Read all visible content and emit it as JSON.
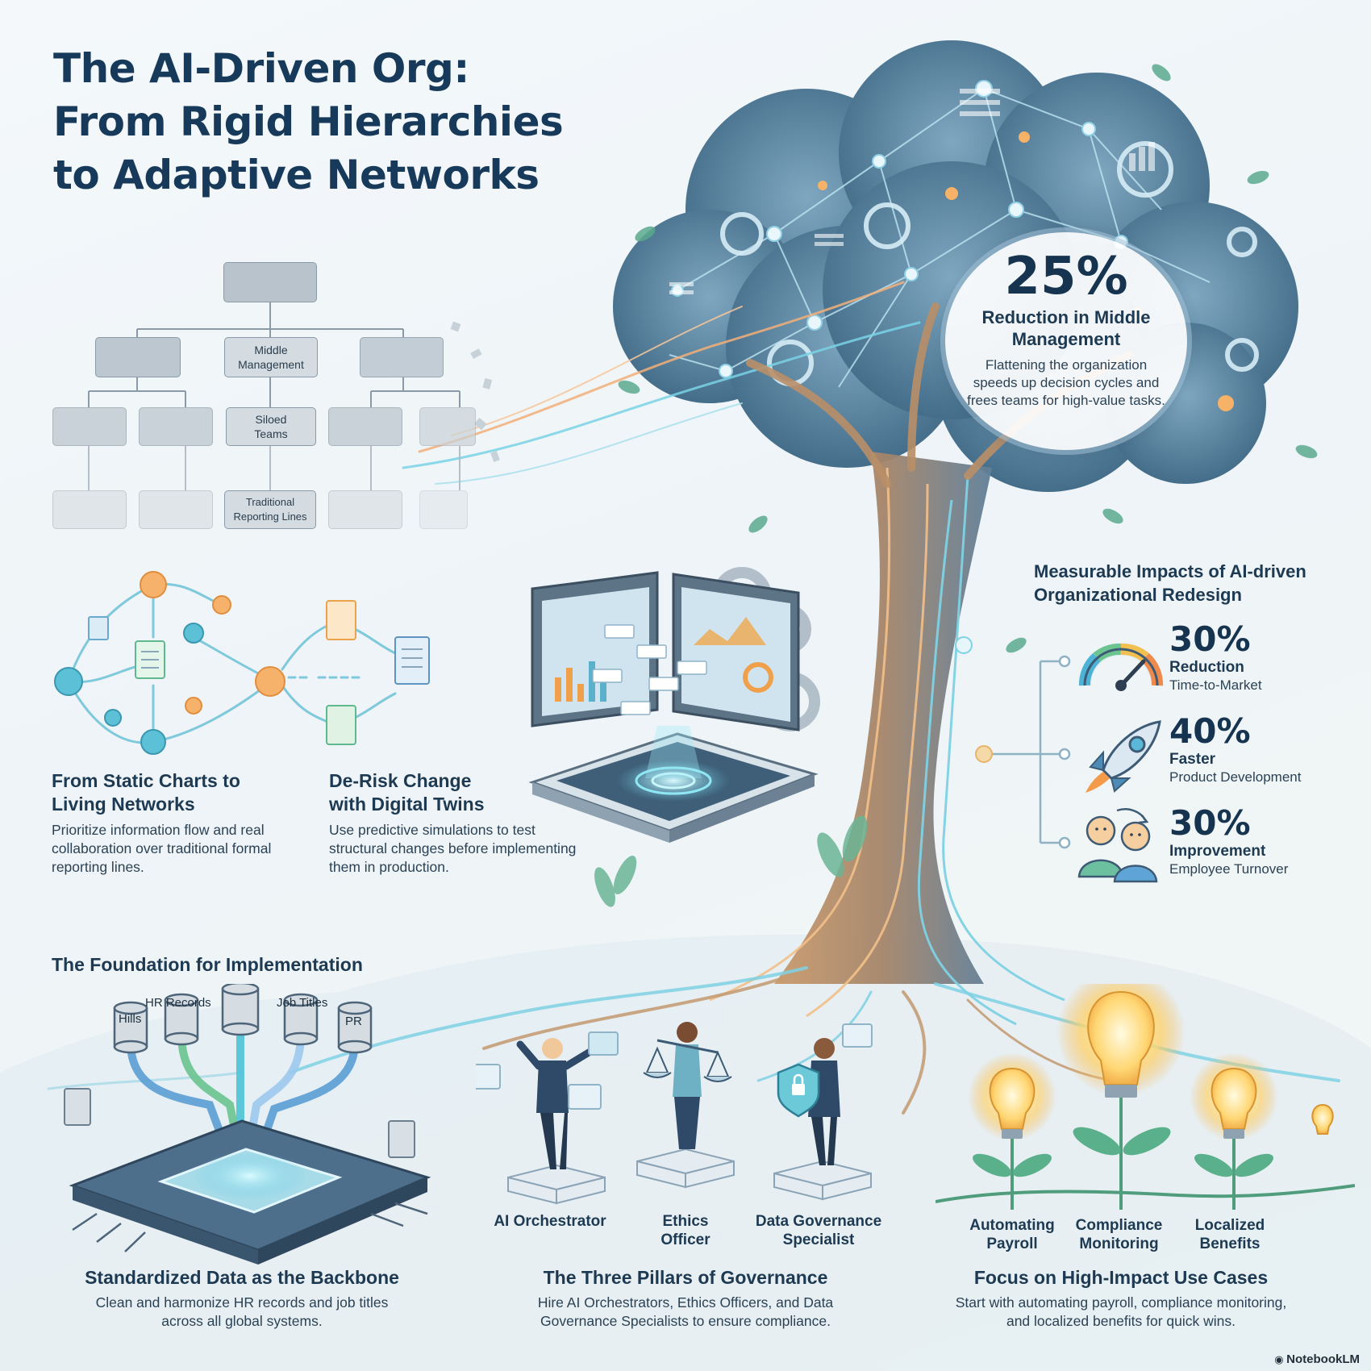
{
  "title": {
    "line1": "The AI-Driven Org:",
    "line2": "From Rigid Hierarchies",
    "line3": "to Adaptive Networks"
  },
  "hierarchy": {
    "middle_management": "Middle Management",
    "siloed_teams": "Siloed Teams",
    "reporting_lines": "Traditional Reporting Lines"
  },
  "callout": {
    "value": "25%",
    "heading": "Reduction in Middle Management",
    "body": "Flattening the organization speeds up decision cycles and frees teams for high-value tasks."
  },
  "impacts": {
    "heading": "Measurable Impacts of AI-driven Organizational Redesign",
    "items": [
      {
        "value": "30%",
        "label": "Reduction",
        "detail": "Time-to-Market",
        "icon": "speedometer-icon"
      },
      {
        "value": "40%",
        "label": "Faster",
        "detail": "Product Development",
        "icon": "rocket-icon"
      },
      {
        "value": "30%",
        "label": "Improvement",
        "detail": "Employee Turnover",
        "icon": "people-icon"
      }
    ]
  },
  "living_networks": {
    "heading": "From Static Charts to Living Networks",
    "body": "Prioritize information flow and real collaboration over traditional formal reporting lines."
  },
  "digital_twins": {
    "heading": "De-Risk Change with Digital Twins",
    "body": "Use predictive simulations to test structural changes before implementing them in production."
  },
  "foundation": {
    "heading": "The Foundation for Implementation",
    "db_labels": [
      "Hills",
      "HR Records",
      "Job Titles",
      "PR"
    ],
    "backbone_heading": "Standardized Data as the Backbone",
    "backbone_body": "Clean and harmonize HR records and job titles across all global systems."
  },
  "governance": {
    "roles": [
      "AI Orchestrator",
      "Ethics Officer",
      "Data Governance Specialist"
    ],
    "heading": "The Three Pillars of Governance",
    "body": "Hire AI Orchestrators, Ethics Officers, and Data Governance Specialists to ensure compliance."
  },
  "use_cases": {
    "items": [
      "Automating Payroll",
      "Compliance Monitoring",
      "Localized Benefits"
    ],
    "heading": "Focus on High-Impact Use Cases",
    "body": "Start with automating payroll, compliance monitoring, and localized benefits for quick wins."
  },
  "logo": "NotebookLM",
  "colors": {
    "title": "#173a5a",
    "tree_trunk": "#b88a5e",
    "network_teal": "#4fb8cc",
    "accent_orange": "#f2a65a",
    "canopy": "#5d86a3"
  }
}
